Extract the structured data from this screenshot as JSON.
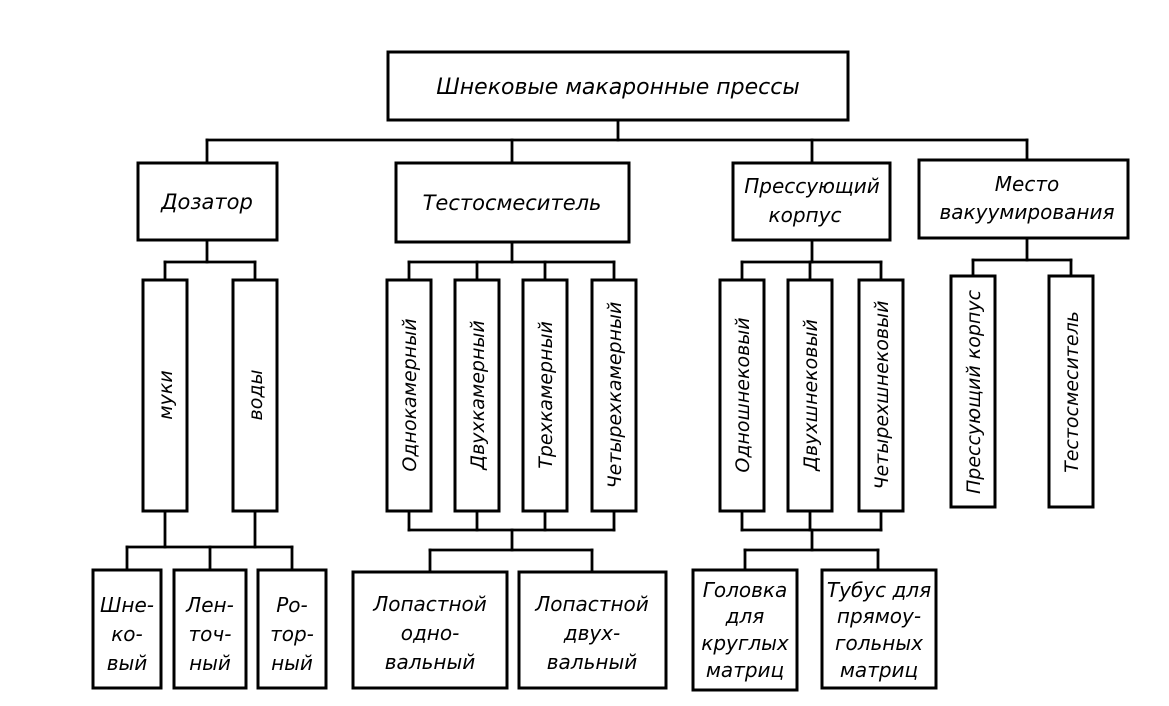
{
  "root": {
    "label": "Шнековые макаронные прессы"
  },
  "categories": {
    "dosator": {
      "label": "Дозатор"
    },
    "mixer": {
      "label": "Тестосмеситель"
    },
    "press_body": {
      "line1": "Прессующий",
      "line2": "корпус"
    },
    "vacuum": {
      "line1": "Место",
      "line2": "вакуумирования"
    }
  },
  "dosator_types": [
    {
      "label": "муки"
    },
    {
      "label": "воды"
    }
  ],
  "dosator_kinds": [
    {
      "line1": "Шне-",
      "line2": "ко-",
      "line3": "вый"
    },
    {
      "line1": "Лен-",
      "line2": "точ-",
      "line3": "ный"
    },
    {
      "line1": "Ро-",
      "line2": "тор-",
      "line3": "ный"
    }
  ],
  "mixer_types": [
    {
      "label": "Однокамерный"
    },
    {
      "label": "Двухкамерный"
    },
    {
      "label": "Трехкамерный"
    },
    {
      "label": "Четырехкамерный"
    }
  ],
  "mixer_kinds": [
    {
      "line1": "Лопастной",
      "line2": "одно-",
      "line3": "вальный"
    },
    {
      "line1": "Лопастной",
      "line2": "двух-",
      "line3": "вальный"
    }
  ],
  "press_types": [
    {
      "label": "Одношнековый"
    },
    {
      "label": "Двухшнековый"
    },
    {
      "label": "Четырехшнековый"
    }
  ],
  "press_kinds": [
    {
      "line1": "Головка",
      "line2": "для",
      "line3": "круглых",
      "line4": "матриц"
    },
    {
      "line1": "Тубус для",
      "line2": "прямоу-",
      "line3": "гольных",
      "line4": "матриц"
    }
  ],
  "vacuum_types": [
    {
      "label": "Прессующий корпус"
    },
    {
      "label": "Тестосмеситель"
    }
  ]
}
